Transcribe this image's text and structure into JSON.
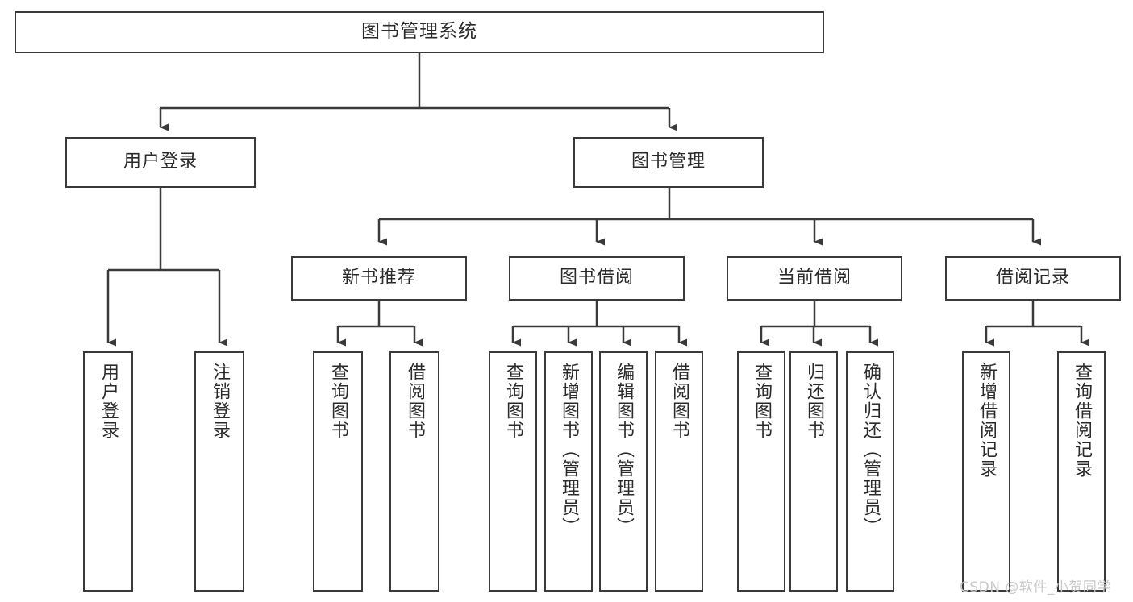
{
  "diagram": {
    "type": "tree-hierarchy-chart",
    "title": "图书管理系统",
    "line_color": "#3a3a3a",
    "box_fill": "#ffffff",
    "text_color": "#2b2b2b",
    "root": {
      "label": "图书管理系统"
    },
    "level2": [
      {
        "label": "用户登录"
      },
      {
        "label": "图书管理"
      }
    ],
    "level3": [
      {
        "label": "新书推荐"
      },
      {
        "label": "图书借阅"
      },
      {
        "label": "当前借阅"
      },
      {
        "label": "借阅记录"
      }
    ],
    "leaves": {
      "user_login": [
        {
          "label": "用户登录"
        },
        {
          "label": "注销登录"
        }
      ],
      "new_book_recommend": [
        {
          "label": "查询图书"
        },
        {
          "label": "借阅图书"
        }
      ],
      "book_borrow": [
        {
          "label": "查询图书"
        },
        {
          "label": "新增图书（管理员）"
        },
        {
          "label": "编辑图书（管理员）"
        },
        {
          "label": "借阅图书"
        }
      ],
      "current_borrow": [
        {
          "label": "查询图书"
        },
        {
          "label": "归还图书"
        },
        {
          "label": "确认归还（管理员）"
        }
      ],
      "borrow_record": [
        {
          "label": "新增借阅记录"
        },
        {
          "label": "查询借阅记录"
        }
      ]
    }
  },
  "watermark": {
    "text": "CSDN @软件_小贺同学",
    "color": "#c9c9c9"
  }
}
